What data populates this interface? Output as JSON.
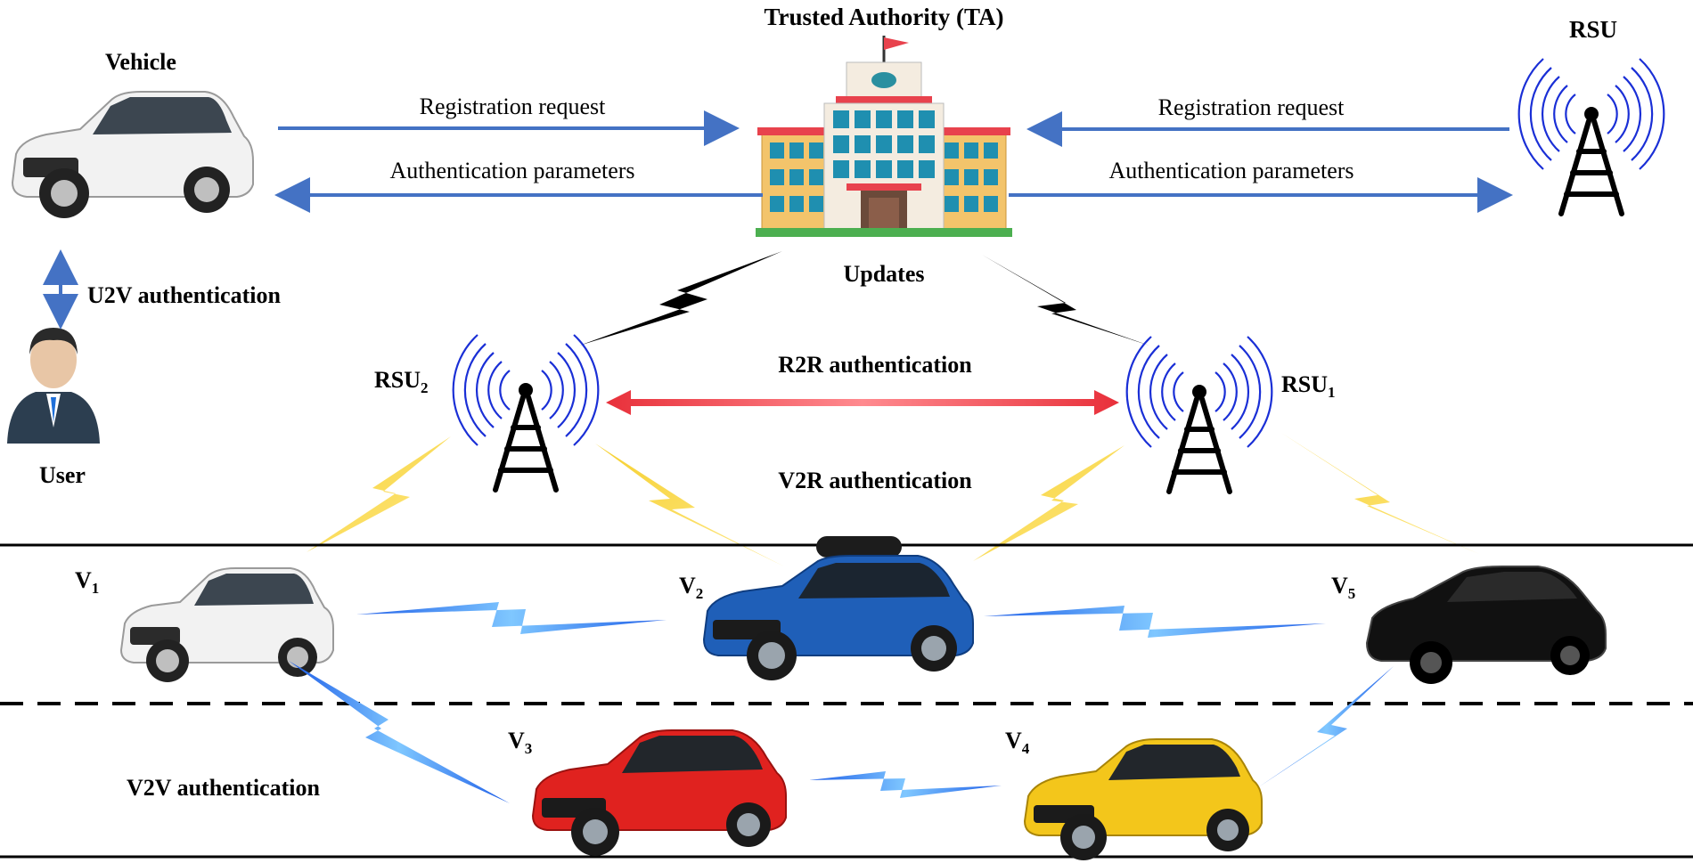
{
  "title": "Trusted Authority (TA)",
  "nodes": {
    "vehicle": "Vehicle",
    "user": "User",
    "rsu_top": "RSU",
    "rsu2": {
      "base": "RSU",
      "sub": "2"
    },
    "rsu1": {
      "base": "RSU",
      "sub": "1"
    },
    "v1": {
      "base": "V",
      "sub": "1"
    },
    "v2": {
      "base": "V",
      "sub": "2"
    },
    "v3": {
      "base": "V",
      "sub": "3"
    },
    "v4": {
      "base": "V",
      "sub": "4"
    },
    "v5": {
      "base": "V",
      "sub": "5"
    }
  },
  "edges": {
    "left_request": "Registration request",
    "left_params": "Authentication parameters",
    "right_request": "Registration request",
    "right_params": "Authentication parameters",
    "updates": "Updates",
    "u2v": "U2V authentication",
    "r2r": "R2R authentication",
    "v2r": "V2R authentication",
    "v2v": "V2V authentication"
  },
  "colors": {
    "arrow_blue": "#4472c4",
    "r2r_red": "#e8303a",
    "v2r_yellow": "#f6d02f",
    "v2v_blue": "#3a8ef0",
    "rsu_waves": "#1a2fd6",
    "car_white": "#f2f2f2",
    "car_blue": "#1f5fb8",
    "car_black": "#111111",
    "car_red": "#e0221f",
    "car_yellow": "#f3c61b"
  }
}
